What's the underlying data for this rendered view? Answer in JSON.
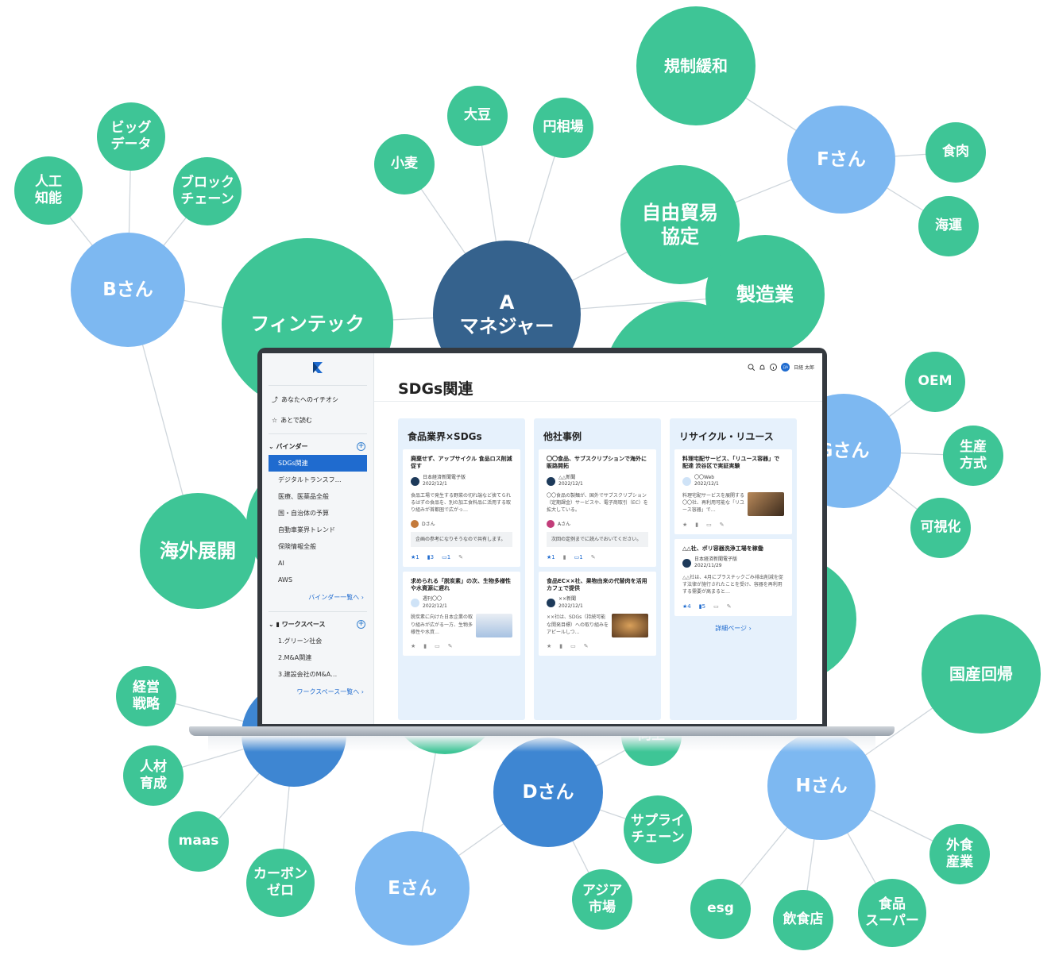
{
  "nodes": [
    {
      "id": "kisei",
      "label": "規制緩和",
      "kind": "topic"
    },
    {
      "id": "daizu",
      "label": "大豆",
      "kind": "topic"
    },
    {
      "id": "en",
      "label": "円相場",
      "kind": "topic"
    },
    {
      "id": "komugi",
      "label": "小麦",
      "kind": "topic"
    },
    {
      "id": "bigdata",
      "label": "ビッグ\nデータ",
      "kind": "topic"
    },
    {
      "id": "jinko",
      "label": "人工\n知能",
      "kind": "topic"
    },
    {
      "id": "block",
      "label": "ブロック\nチェーン",
      "kind": "topic"
    },
    {
      "id": "b",
      "label": "Bさん",
      "kind": "person"
    },
    {
      "id": "fintech",
      "label": "フィンテック",
      "kind": "topic"
    },
    {
      "id": "a",
      "label": "A\nマネジャー",
      "kind": "manager"
    },
    {
      "id": "jiyu",
      "label": "自由貿易\n協定",
      "kind": "topic"
    },
    {
      "id": "f",
      "label": "Fさん",
      "kind": "person"
    },
    {
      "id": "shokuniku",
      "label": "食肉",
      "kind": "topic"
    },
    {
      "id": "kaiun",
      "label": "海運",
      "kind": "topic"
    },
    {
      "id": "seizo",
      "label": "製造業",
      "kind": "topic"
    },
    {
      "id": "oem",
      "label": "OEM",
      "kind": "topic"
    },
    {
      "id": "g",
      "label": "Gさん",
      "kind": "person"
    },
    {
      "id": "seisan",
      "label": "生産\n方式",
      "kind": "topic"
    },
    {
      "id": "kashika",
      "label": "可視化",
      "kind": "topic"
    },
    {
      "id": "kaigai",
      "label": "海外展開",
      "kind": "topic"
    },
    {
      "id": "kokusan",
      "label": "国産回帰",
      "kind": "topic"
    },
    {
      "id": "keiei",
      "label": "経営\n戦略",
      "kind": "topic"
    },
    {
      "id": "jinzai",
      "label": "人材\n育成",
      "kind": "topic"
    },
    {
      "id": "maas",
      "label": "maas",
      "kind": "topic"
    },
    {
      "id": "carbon",
      "label": "カーボン\nゼロ",
      "kind": "topic"
    },
    {
      "id": "c",
      "label": "",
      "kind": "person-dark"
    },
    {
      "id": "e",
      "label": "Eさん",
      "kind": "person"
    },
    {
      "id": "d",
      "label": "Dさん",
      "kind": "person-dark"
    },
    {
      "id": "supply",
      "label": "サプライ\nチェーン",
      "kind": "topic"
    },
    {
      "id": "asia",
      "label": "アジア\n市場",
      "kind": "topic"
    },
    {
      "id": "kojo",
      "label": "向上",
      "kind": "topic"
    },
    {
      "id": "h",
      "label": "Hさん",
      "kind": "person"
    },
    {
      "id": "gaishoku",
      "label": "外食\n産業",
      "kind": "topic"
    },
    {
      "id": "esg",
      "label": "esg",
      "kind": "topic"
    },
    {
      "id": "inshoku",
      "label": "飲食店",
      "kind": "topic"
    },
    {
      "id": "super",
      "label": "食品\nスーパー",
      "kind": "topic"
    },
    {
      "id": "hidden1",
      "label": "",
      "kind": "topic"
    },
    {
      "id": "hidden2",
      "label": "",
      "kind": "topic"
    },
    {
      "id": "hidden3",
      "label": "",
      "kind": "topic"
    },
    {
      "id": "hidden4",
      "label": "",
      "kind": "topic"
    }
  ],
  "app": {
    "sidebar": {
      "nav": [
        {
          "label": "あなたへのイチオシ",
          "icon": "trend-icon"
        },
        {
          "label": "あとで読む",
          "icon": "star-icon"
        }
      ],
      "binder_title": "バインダー",
      "binders": [
        "SDGs関連",
        "デジタルトランスフ…",
        "医療、医薬品全般",
        "国・自治体の予算",
        "自動車業界トレンド",
        "保険情報全般",
        "AI",
        "AWS"
      ],
      "binder_more": "バインダー一覧へ ›",
      "workspace_title": "ワークスペース",
      "workspaces": [
        "1.グリーン社会",
        "2.M&A関連",
        "3.建設会社のM&A…"
      ],
      "workspace_more": "ワークスペース一覧へ ›"
    },
    "user": "日経 太郎",
    "user_initials": "日A",
    "page_title": "SDGs関連",
    "columns": [
      {
        "title": "食品業界×SDGs",
        "cards": [
          {
            "title": "廃棄せず、アップサイクル 食品ロス削減促す",
            "source": "日本経済新聞電子版",
            "date": "2022/12/1",
            "body": "食品工場で発生する野菜の切れ端など捨てられるはずの食品を、別の加工食料品に活用する取り組みが首都圏で広がっ…",
            "user": "Dさん",
            "comment": "企画の参考になりそうなので共有します。",
            "stars": "1",
            "marks": "3",
            "notes": "1"
          },
          {
            "title": "求められる「脱炭素」の次、生物多様性や水資源に遅れ",
            "source": "週刊〇〇",
            "date": "2022/12/1",
            "body": "脱炭素に向けた日本企業の取り組みが広がる一方、生物多様性や水資…"
          }
        ]
      },
      {
        "title": "他社事例",
        "cards": [
          {
            "title": "〇〇食品、サブスクリプションで海外に販路開拓",
            "source": "△△新聞",
            "date": "2022/12/1",
            "body": "〇〇食品の製麺が、国外でサブスクリプション（定期課金）サービスや、電子商取引（EC）を拡大している。",
            "user": "Aさん",
            "comment": "次回の定例までに読んでおいてください。",
            "stars": "1",
            "marks": "",
            "notes": "1"
          },
          {
            "title": "食品EC××社、果物由来の代替肉を活用 カフェで提供",
            "source": "××新聞",
            "date": "2022/12/1",
            "body": "××社は、SDGs（持続可能な開発目標）への取り組みをアピールしつ…"
          }
        ]
      },
      {
        "title": "リサイクル・リユース",
        "cards": [
          {
            "title": "料理宅配サービス、「リユース容器」で配達 渋谷区で実証実験",
            "source": "〇〇Web",
            "date": "2022/12/1",
            "body": "料理宅配サービスを展開する〇〇社、再利用可能な「リユース容器」で…"
          },
          {
            "title": "△△社、ポリ容器洗浄工場を稼働",
            "source": "日本経済新聞電子版",
            "date": "2022/11/29",
            "body": "△△社は、4月にプラスチックごみ排出削減を促す法律が施行されたことを受け、容器を再利用する需要が高まると…",
            "stars": "4",
            "marks": "5"
          }
        ]
      }
    ],
    "detail_link": "詳細ページ ›"
  },
  "colors": {
    "green": "#3ec596",
    "light_blue": "#7db8f1",
    "mid_blue": "#3e86d2",
    "dark_blue": "#35628d",
    "accent": "#1f6bcf"
  }
}
